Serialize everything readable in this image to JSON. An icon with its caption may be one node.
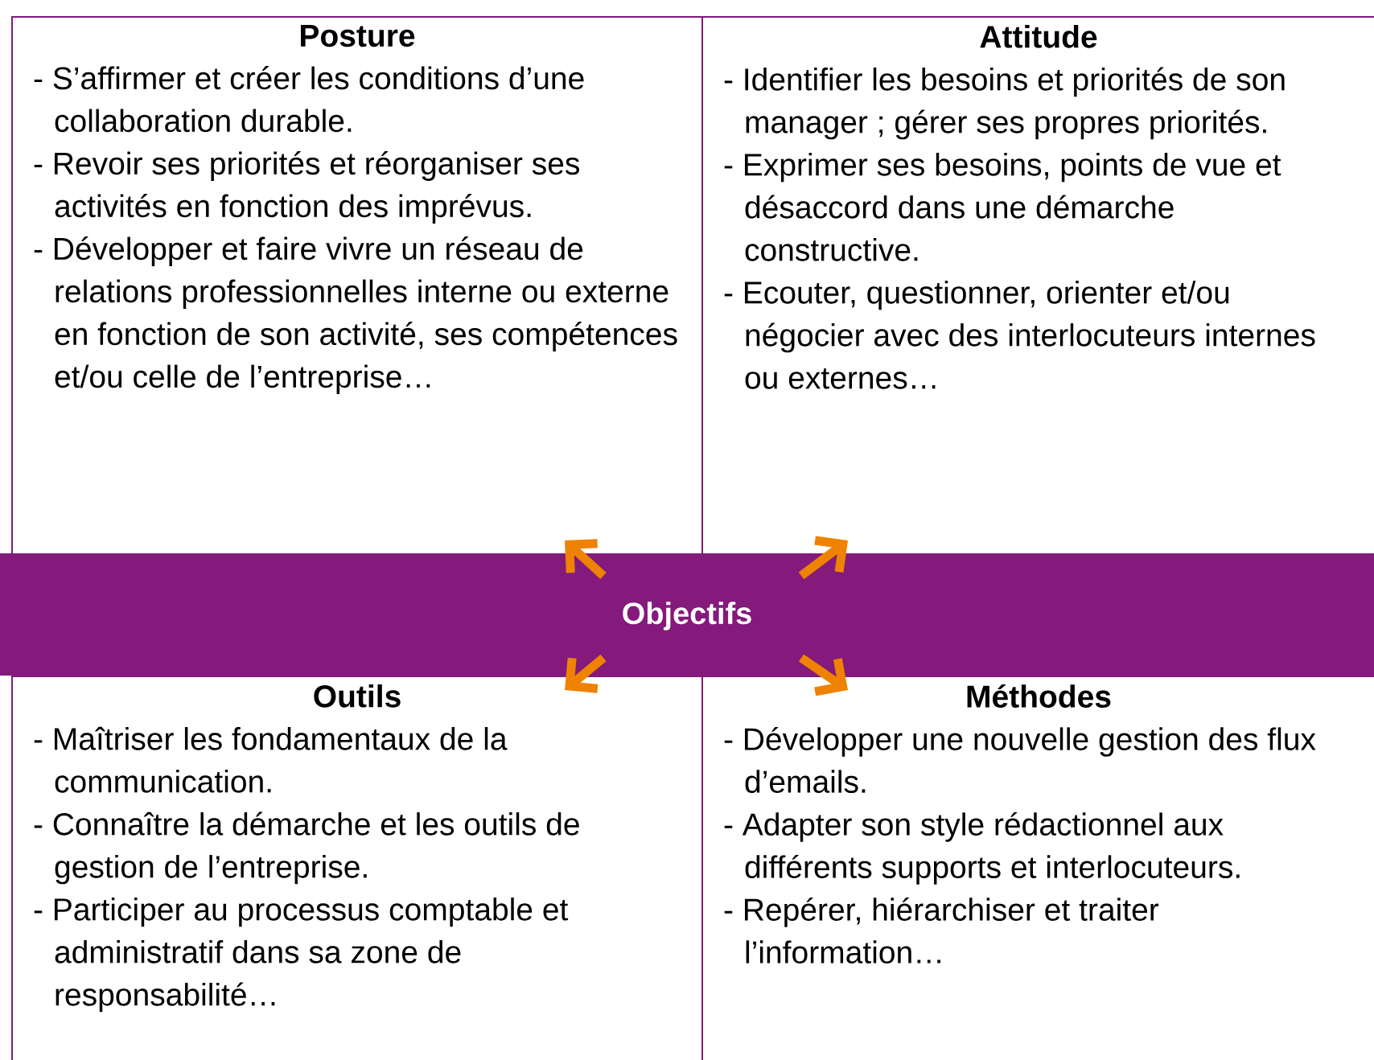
{
  "diagram": {
    "nodes": [
      {
        "text": [
          "Posture",
          "- S’affirmer et créer les conditions d’une collaboration durable.",
          "- Revoir ses priorités et réorganiser ses activités en fonction des imprévus.",
          "- Développer et faire vivre un réseau de relations professionnelles interne ou externe en fonction de son activité, ses compétences et/ou celle de l’entreprise…"
        ]
      },
      {
        "text": [
          "Attitude",
          "- Identifier les besoins et priorités de son manager ; gérer ses propres priorités.",
          "- Exprimer ses besoins, points de vue et désaccord dans une démarche constructive.",
          "- Ecouter, questionner, orienter et/ou négocier avec des interlocuteurs internes ou externes…"
        ]
      },
      {
        "text": [
          "Objectifs"
        ]
      },
      {
        "text": [
          "Outils",
          "- Maîtriser les fondamentaux de la communication.",
          "- Connaître la démarche et les outils de gestion de l’entreprise.",
          "- Participer au processus comptable et administratif dans sa zone de responsabilité…"
        ]
      },
      {
        "text": [
          "Méthodes",
          "- Développer une nouvelle gestion des flux d’emails.",
          "- Adapter son style rédactionnel aux différents supports et interlocuteurs.",
          "- Repérer, hiérarchiser et traiter l’information…"
        ]
      }
    ],
    "edges": [
      {
        "from": 2,
        "to": 0,
        "arrow": "to"
      },
      {
        "from": 2,
        "to": 1,
        "arrow": "to"
      },
      {
        "from": 2,
        "to": 3,
        "arrow": "to"
      },
      {
        "from": 2,
        "to": 4,
        "arrow": "to"
      }
    ]
  }
}
